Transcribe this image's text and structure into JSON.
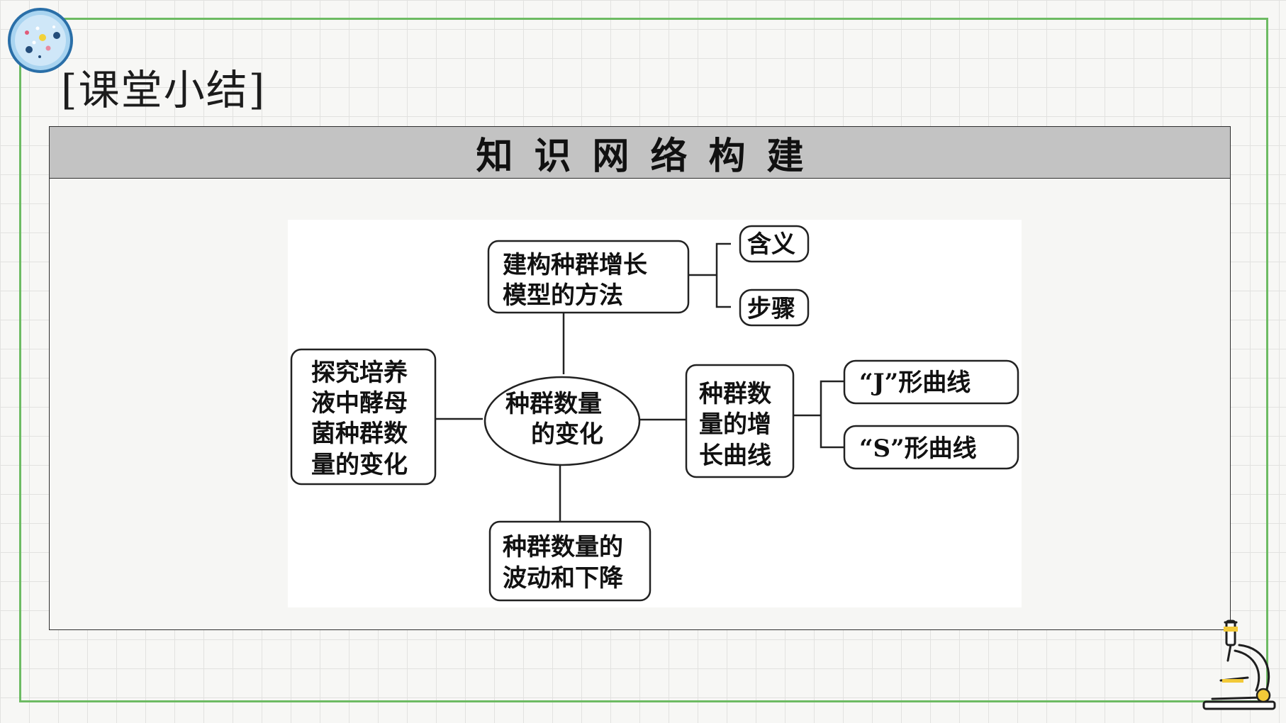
{
  "section_heading": "[课堂小结]",
  "panel_title": "知识网络构建",
  "diagram": {
    "center": [
      "种群数量",
      "的变化"
    ],
    "top": [
      "建构种群增长",
      "模型的方法"
    ],
    "top_leaf_1": "含义",
    "top_leaf_2": "步骤",
    "left": [
      "探究培养",
      "液中酵母",
      "菌种群数",
      "量的变化"
    ],
    "right": [
      "种群数",
      "量的增",
      "长曲线"
    ],
    "right_leaf_1": "“J”形曲线",
    "right_leaf_2": "“S”形曲线",
    "bottom": [
      "种群数量的",
      "波动和下降"
    ]
  },
  "colors": {
    "frame_green": "#6dbb63",
    "header_gray": "#c3c3c3",
    "badge_blue": "#2a78b8"
  },
  "icons": [
    "palette-badge-icon",
    "microscope-icon"
  ]
}
